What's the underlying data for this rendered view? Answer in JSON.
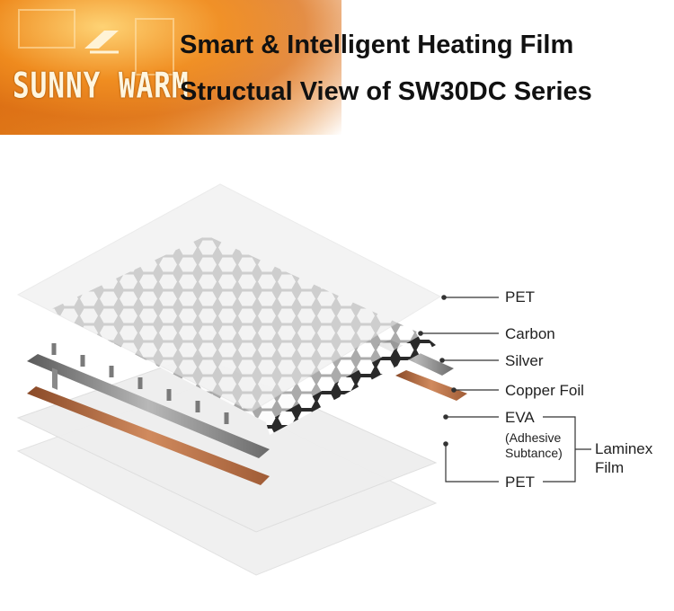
{
  "brand": {
    "logo_text": "SUNNY WARM"
  },
  "header": {
    "title_line1": "Smart & Intelligent Heating Film",
    "title_line2": "Structual View of SW30DC Series"
  },
  "layers": {
    "pet_top": "PET",
    "carbon": "Carbon",
    "silver": "Silver",
    "copper": "Copper Foil",
    "eva": "EVA",
    "eva_note_1": "(Adhesive",
    "eva_note_2": "Subtance)",
    "pet_bottom": "PET",
    "laminex_1": "Laminex",
    "laminex_2": "Film"
  },
  "colors": {
    "banner_orange": "#e07a18",
    "silver": "#7a7a7a",
    "copper": "#b66a3e",
    "carbon_edge": "#2a2a2a",
    "film": "#f1f1f1"
  }
}
